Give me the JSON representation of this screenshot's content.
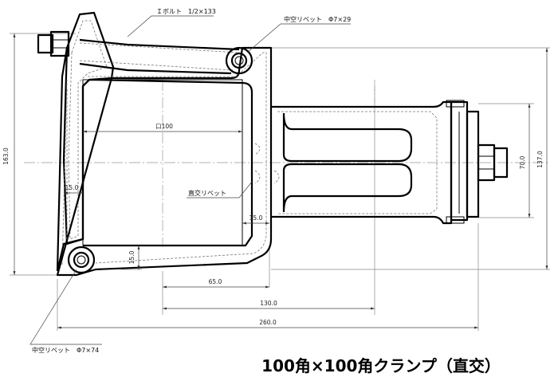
{
  "title": "100角×100角クランプ（直交）",
  "labels": {
    "bolt": "Ｉボルト　1/2×133",
    "rivet_top": "中空リベット　Φ7×29",
    "rivet_cross": "直交リベット",
    "rivet_bottom": "中空リベット　Φ7×74"
  },
  "dimensions": {
    "square": "口100",
    "d15_left": "15.0",
    "d15_mid": "15.0",
    "d15_bottom": "15.0",
    "d65": "65.0",
    "d130": "130.0",
    "d260": "260.0",
    "d163": "163.0",
    "d70": "70.0",
    "d137": "137.0"
  }
}
